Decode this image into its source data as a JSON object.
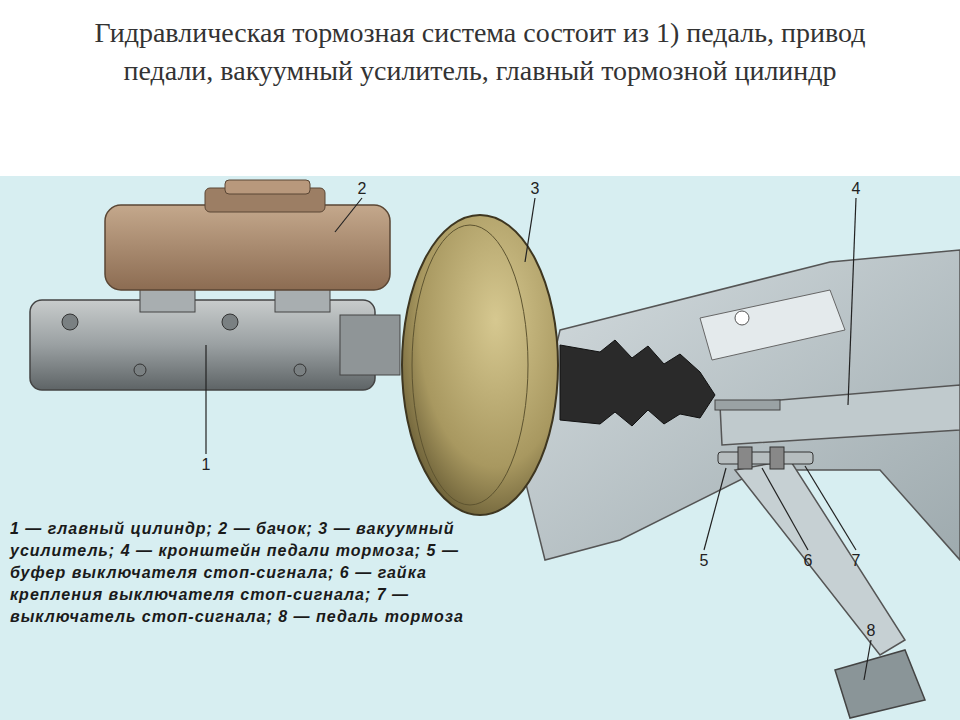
{
  "diagram": {
    "title": "Гидравлическая тормозная система состоит из 1) педаль, привод педали, вакуумный усилитель, главный тормозной цилиндр",
    "caption": "1 — главный цилиндр; 2 — бачок; 3 — вакуумный усилитель; 4 — кронштейн педали тормоза; 5 — буфер выключателя стоп-сигнала; 6 — гайка крепления выключателя стоп-сигнала; 7 — выключатель стоп-сигнала; 8 — педаль тормоза",
    "labels": [
      "2",
      "3",
      "4",
      "1",
      "5",
      "6",
      "7",
      "8"
    ]
  }
}
